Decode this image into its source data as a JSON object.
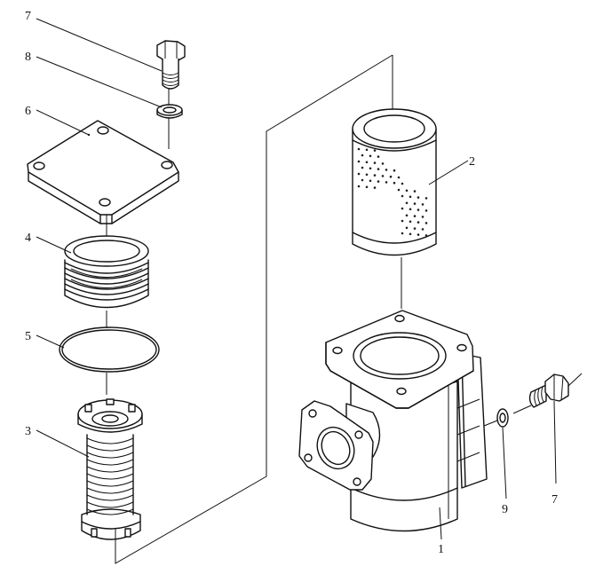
{
  "diagram": {
    "callouts": [
      {
        "id": "c7a",
        "text": "7"
      },
      {
        "id": "c8",
        "text": "8"
      },
      {
        "id": "c6",
        "text": "6"
      },
      {
        "id": "c4",
        "text": "4"
      },
      {
        "id": "c5",
        "text": "5"
      },
      {
        "id": "c3",
        "text": "3"
      },
      {
        "id": "c2",
        "text": "2"
      },
      {
        "id": "c9",
        "text": "9"
      },
      {
        "id": "c7b",
        "text": "7"
      },
      {
        "id": "c1",
        "text": "1"
      }
    ]
  }
}
